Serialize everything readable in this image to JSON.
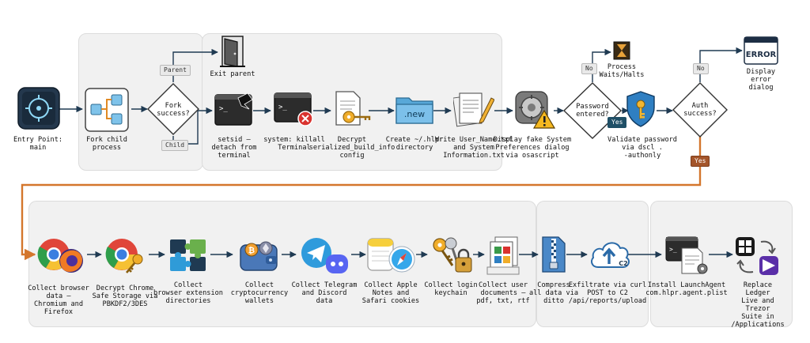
{
  "top_row": {
    "entry": "Entry Point:\nmain",
    "fork_child": "Fork child\nprocess",
    "fork_decision": "Fork\nsuccess?",
    "parent_tag": "Parent",
    "child_tag": "Child",
    "exit_parent": "Exit parent",
    "setsid": "setsid –\ndetach from\nterminal",
    "killall": "system: killall\nTerminal",
    "decrypt_config": "Decrypt\nserialized_build_info\nconfig",
    "create_dir": "Create ~/.hlpr\ndirectory",
    "write_files": "Write User_Name.txt\nand System\nInformation.txt",
    "fake_dialog": "Display fake System\nPreferences dialog\nvia osascript",
    "password_decision": "Password\nentered?",
    "no_tag_1": "No",
    "process_waits": "Process\nWaits/Halts",
    "yes_tag_1": "Yes",
    "validate": "Validate password\nvia dscl .\n-authonly",
    "auth_decision": "Auth\nsuccess?",
    "no_tag_2": "No",
    "error_dialog": "Display error\ndialog",
    "error_text": "ERROR",
    "yes_tag_2": "Yes",
    "new_folder_text": ".new"
  },
  "bottom_row": {
    "browser": "Collect browser\ndata –\nChromium and\nFirefox",
    "chrome_safe": "Decrypt Chrome\nSafe Storage via\nPBKDF2/3DES",
    "extensions": "Collect\nbrowser extension\ndirectories",
    "wallets": "Collect\ncryptocurrency\nwallets",
    "telegram": "Collect Telegram\nand Discord\ndata",
    "notes": "Collect Apple\nNotes and\nSafari cookies",
    "keychain": "Collect login\nkeychain",
    "documents": "Collect user\ndocuments –\npdf, txt, rtf",
    "compress": "Compress\nall data via\nditto",
    "exfil": "Exfiltrate via curl\nPOST to C2\n/api/reports/upload",
    "c2_text": "C2",
    "launch_agent": "Install LaunchAgent\ncom.hlpr.agent.plist",
    "ledger": "Replace Ledger\nLive and Trezor\nSuite in\n/Applications"
  },
  "colors": {
    "flow_orange": "#d4762c",
    "arrow_navy": "#1f3a52",
    "panel_bg": "#f1f1f1"
  }
}
